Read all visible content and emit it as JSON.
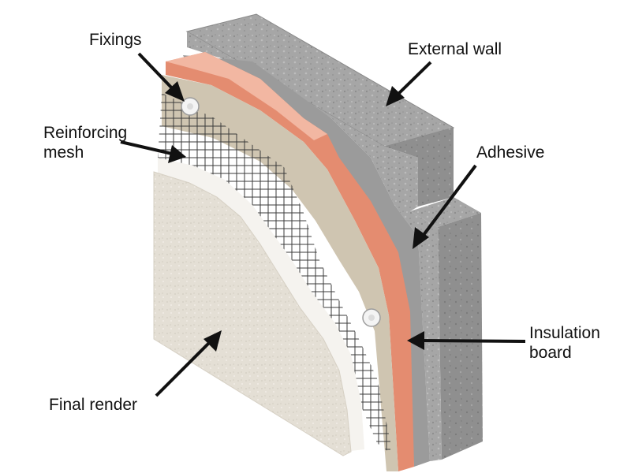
{
  "labels": {
    "fixings": "Fixings",
    "external_wall": "External wall",
    "reinforcing_mesh": [
      "Reinforcing",
      "mesh"
    ],
    "adhesive": "Adhesive",
    "insulation_board": [
      "Insulation",
      "board"
    ],
    "final_render": "Final render"
  },
  "colors": {
    "wall": "#a9a9a9",
    "adhesive": "#9a9a9a",
    "insulation": "#e5957b",
    "basecoat": "#cfc6b3",
    "mesh": "#3a3a3a",
    "render": "#e6e1d8",
    "edge": "#f4f2ee",
    "arrow": "#111111"
  }
}
